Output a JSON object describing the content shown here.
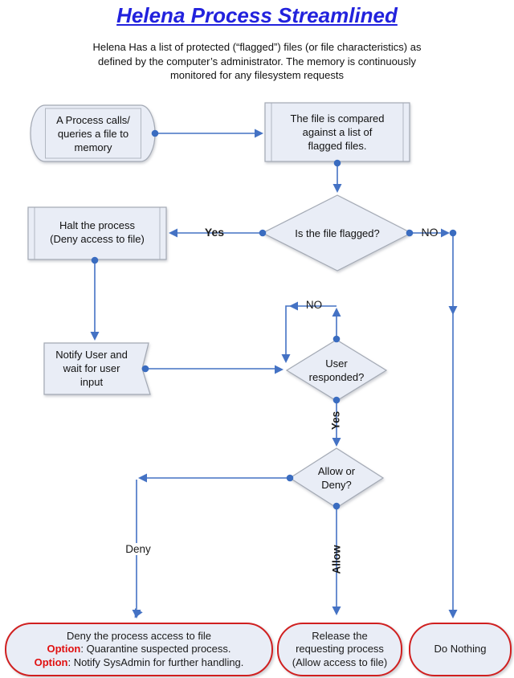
{
  "title": "Helena Process Streamlined",
  "description": "Helena Has a list  of protected (“flagged”) files (or file characteristics) as\ndefined by the computer’s administrator. The memory is continuously\nmonitored for any filesystem requests",
  "nodes": {
    "process_calls": "A Process calls/\nqueries a file to\nmemory",
    "compare": "The file is compared\nagainst a list of\nflagged files.",
    "flagged_decision": "Is the file flagged?",
    "halt": "Halt the process\n(Deny access to file)",
    "notify": "Notify User and\nwait for user\ninput",
    "responded_decision": "User\nresponded?",
    "allow_deny_decision": "Allow or\nDeny?"
  },
  "labels": {
    "yes_flagged": "Yes",
    "no_flagged": "NO",
    "no_responded": "NO",
    "yes_responded": "Yes",
    "deny": "Deny",
    "allow": "Allow"
  },
  "terminals": {
    "deny_process": {
      "line1": "Deny the process access to file",
      "line2_prefix": "Option",
      "line2_rest": ": Quarantine suspected process.",
      "line3_prefix": "Option",
      "line3_rest": ": Notify SysAdmin for further handling."
    },
    "release": "Release the\nrequesting process\n(Allow access to file)",
    "do_nothing": "Do Nothing"
  },
  "colors": {
    "title-color": "#2222dd",
    "shape-fill": "#e9edf6",
    "shape-border": "#a3a9b4",
    "connector": "#4472c4",
    "connector-dot": "#3a6cc0",
    "terminal-border": "#d02020",
    "option-red": "#e01010",
    "text-color": "#1a1a1a"
  }
}
